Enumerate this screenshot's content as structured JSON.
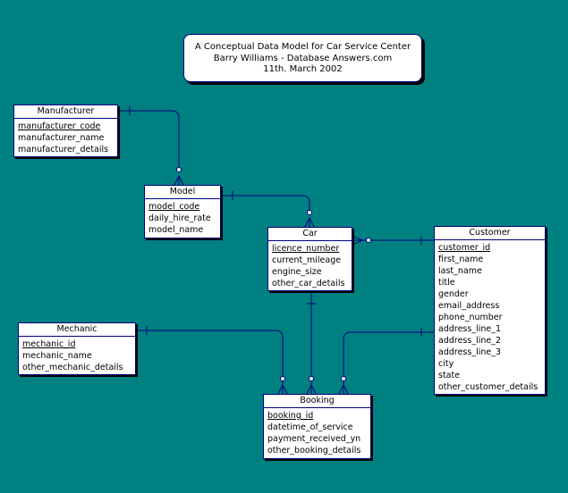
{
  "diagram": {
    "title_lines": [
      "A Conceptual Data Model for Car Service Center",
      "Barry Williams - Database Answers.com",
      "11th. March 2002"
    ],
    "colors": {
      "background": "#008080",
      "line": "#000080",
      "box_fill": "#ffffff",
      "shadow": "#000000"
    },
    "entities": {
      "manufacturer": {
        "name": "Manufacturer",
        "attributes": [
          "manufacturer_code",
          "manufacturer_name",
          "manufacturer_details"
        ],
        "key_count": 1
      },
      "model": {
        "name": "Model",
        "attributes": [
          "model_code",
          "daily_hire_rate",
          "model_name"
        ],
        "key_count": 1
      },
      "car": {
        "name": "Car",
        "attributes": [
          "licence_number",
          "current_mileage",
          "engine_size",
          "other_car_details"
        ],
        "key_count": 1
      },
      "customer": {
        "name": "Customer",
        "attributes": [
          "customer_id",
          "first_name",
          "last_name",
          "title",
          "gender",
          "email_address",
          "phone_number",
          "address_line_1",
          "address_line_2",
          "address_line_3",
          "city",
          "state",
          "other_customer_details"
        ],
        "key_count": 1
      },
      "mechanic": {
        "name": "Mechanic",
        "attributes": [
          "mechanic_id",
          "mechanic_name",
          "other_mechanic_details"
        ],
        "key_count": 1
      },
      "booking": {
        "name": "Booking",
        "attributes": [
          "booking_id",
          "datetime_of_service",
          "payment_received_yn",
          "other_booking_details"
        ],
        "key_count": 1
      }
    },
    "relationships": [
      {
        "from": "manufacturer",
        "to": "model",
        "from_end": "one",
        "to_end": "zero-or-many"
      },
      {
        "from": "model",
        "to": "car",
        "from_end": "one",
        "to_end": "zero-or-many"
      },
      {
        "from": "customer",
        "to": "car",
        "from_end": "one",
        "to_end": "zero-or-many"
      },
      {
        "from": "car",
        "to": "booking",
        "from_end": "one",
        "to_end": "zero-or-many"
      },
      {
        "from": "mechanic",
        "to": "booking",
        "from_end": "one",
        "to_end": "zero-or-many"
      },
      {
        "from": "customer",
        "to": "booking",
        "from_end": "one",
        "to_end": "zero-or-many"
      }
    ]
  }
}
